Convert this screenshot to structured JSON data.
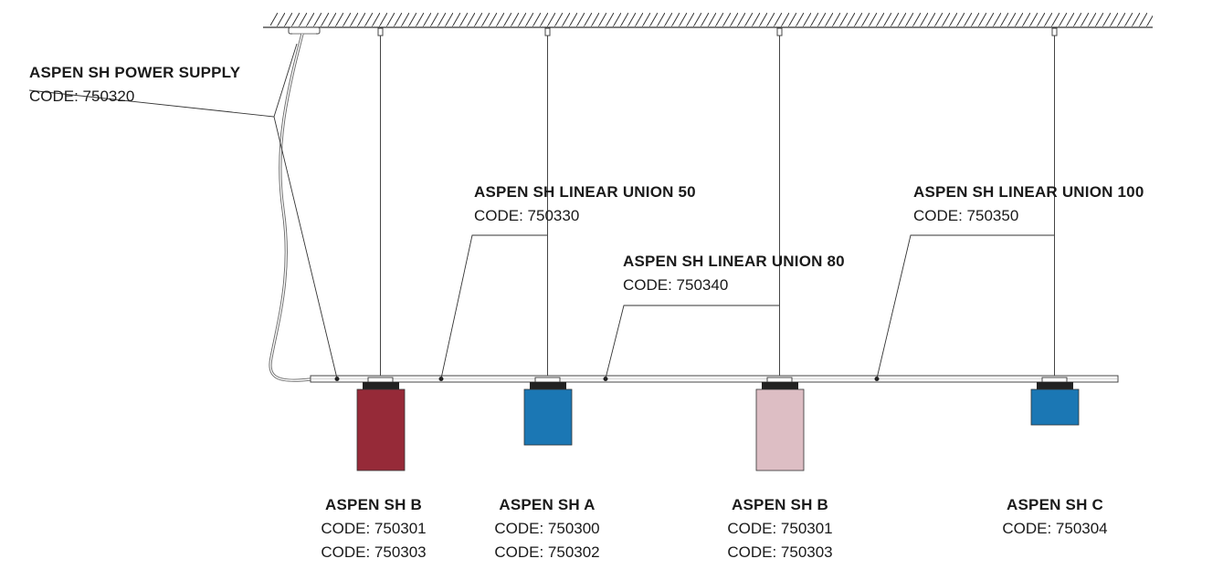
{
  "callouts": {
    "power_supply": {
      "name": "ASPEN SH POWER SUPPLY",
      "code": "CODE: 750320"
    },
    "union_50": {
      "name": "ASPEN SH LINEAR UNION 50",
      "code": "CODE: 750330"
    },
    "union_80": {
      "name": "ASPEN SH LINEAR UNION 80",
      "code": "CODE: 750340"
    },
    "union_100": {
      "name": "ASPEN SH LINEAR UNION 100",
      "code": "CODE: 750350"
    }
  },
  "pendants": [
    {
      "name": "ASPEN SH B",
      "code1": "CODE: 750301",
      "code2": "CODE: 750303",
      "color": "#962a38"
    },
    {
      "name": "ASPEN SH A",
      "code1": "CODE: 750300",
      "code2": "CODE: 750302",
      "color": "#1b77b4"
    },
    {
      "name": "ASPEN SH B",
      "code1": "CODE: 750301",
      "code2": "CODE: 750303",
      "color": "#ddbec4"
    },
    {
      "name": "ASPEN SH C",
      "code1": "CODE: 750304",
      "color": "#1b77b4"
    }
  ]
}
